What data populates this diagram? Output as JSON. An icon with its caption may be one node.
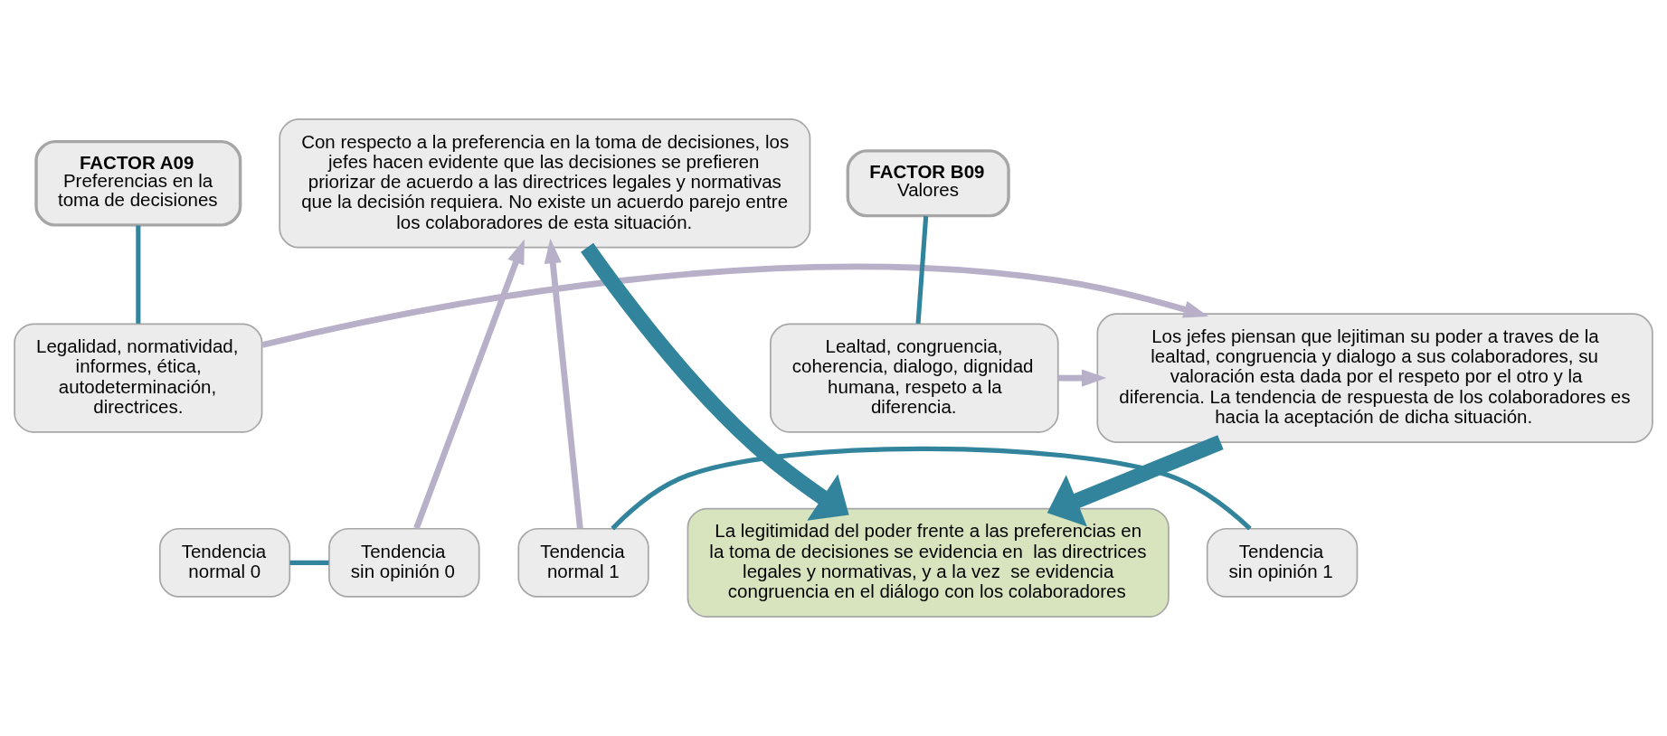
{
  "diagram": {
    "nodes": [
      {
        "text": [
          "Con respecto a la preferencia en la toma de decisiones, los jefes hacen evidente que las decisiones se prefieren priorizar de acuerdo a las directrices legales y normativas que la decisión requiera. No existe un acuerdo parejo entre los colaboradores de esta situación."
        ]
      },
      {
        "text": [
          "FACTOR A09",
          "Preferencias en la toma de decisiones"
        ]
      },
      {
        "text": [
          "Tendencia",
          "normal 0"
        ]
      },
      {
        "text": [
          "Tendencia",
          "sin opinión 0"
        ]
      },
      {
        "text": [
          "Legalidad, normatividad, informes, ética, autodeterminación, directrices."
        ]
      },
      {
        "text": [
          "La legitimidad del poder frente a las preferencias en la toma de decisiones se evidencia en  las directrices legales y normativas, y a la vez  se evidencia congruencia en el diálogo con los colaboradores"
        ]
      },
      {
        "text": [
          "FACTOR B09",
          "Valores"
        ]
      },
      {
        "text": [
          "Tendencia",
          "normal 1"
        ]
      },
      {
        "text": [
          "Tendencia",
          "sin opinión 1"
        ]
      },
      {
        "text": [
          "Lealtad, congruencia, coherencia, dialogo, dignidad humana, respeto a la diferencia."
        ]
      },
      {
        "text": [
          "Los jefes piensan que lejitiman su poder a traves de la lealtad, congruencia y dialogo a sus colaboradores, su valoración esta dada por el respeto por el otro y la diferencia. La tendencia de respuesta de los colaboradores es hacia la aceptación de dicha situación."
        ]
      }
    ],
    "edges": [
      {
        "from": 1,
        "to": 4,
        "arrow": "none",
        "color": "#31849b"
      },
      {
        "from": 2,
        "to": 3,
        "arrow": "none",
        "color": "#31849b"
      },
      {
        "from": 6,
        "to": 9,
        "arrow": "none",
        "color": "#31849b"
      },
      {
        "from": 7,
        "to": 8,
        "arrow": "none",
        "color": "#31849b"
      },
      {
        "from": 3,
        "to": 0,
        "arrow": "to",
        "color": "#b8b0c8"
      },
      {
        "from": 7,
        "to": 0,
        "arrow": "to",
        "color": "#b8b0c8"
      },
      {
        "from": 4,
        "to": 10,
        "arrow": "to",
        "color": "#b8b0c8"
      },
      {
        "from": 9,
        "to": 10,
        "arrow": "to",
        "color": "#b8b0c8"
      },
      {
        "from": 0,
        "to": 5,
        "arrow": "to",
        "style": "thick",
        "color": "#31849b"
      },
      {
        "from": 10,
        "to": 5,
        "arrow": "to",
        "style": "thick",
        "color": "#31849b"
      }
    ]
  }
}
